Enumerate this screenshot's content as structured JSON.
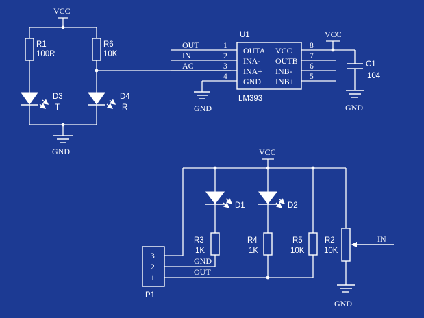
{
  "colors": {
    "background": "#1c3a93",
    "ink": "#ffffff"
  },
  "power": {
    "vcc": "VCC",
    "gnd": "GND"
  },
  "top_left": {
    "r1": {
      "ref": "R1",
      "value": "100R"
    },
    "r6": {
      "ref": "R6",
      "value": "10K"
    },
    "d3": {
      "ref": "D3",
      "tag": "T"
    },
    "d4": {
      "ref": "D4",
      "tag": "R"
    }
  },
  "u1": {
    "ref": "U1",
    "part": "LM393",
    "left_pins": [
      {
        "net": "OUT",
        "num": "1",
        "name": "OUTA"
      },
      {
        "net": "IN",
        "num": "2",
        "name": "INA-"
      },
      {
        "net": "AC",
        "num": "3",
        "name": "INA+"
      },
      {
        "net": "",
        "num": "4",
        "name": "GND"
      }
    ],
    "right_pins": [
      {
        "num": "8",
        "name": "VCC"
      },
      {
        "num": "7",
        "name": "OUTB"
      },
      {
        "num": "6",
        "name": "INB-"
      },
      {
        "num": "5",
        "name": "INB+"
      }
    ]
  },
  "c1": {
    "ref": "C1",
    "value": "104"
  },
  "bottom": {
    "d1": {
      "ref": "D1"
    },
    "d2": {
      "ref": "D2"
    },
    "r3": {
      "ref": "R3",
      "value": "1K"
    },
    "r4": {
      "ref": "R4",
      "value": "1K"
    },
    "r5": {
      "ref": "R5",
      "value": "10K"
    },
    "r2": {
      "ref": "R2",
      "value": "10K"
    },
    "in_label": "IN",
    "p1": {
      "ref": "P1",
      "pins": [
        {
          "num": "3",
          "net": ""
        },
        {
          "num": "2",
          "net": "GND"
        },
        {
          "num": "1",
          "net": "OUT"
        }
      ]
    }
  }
}
